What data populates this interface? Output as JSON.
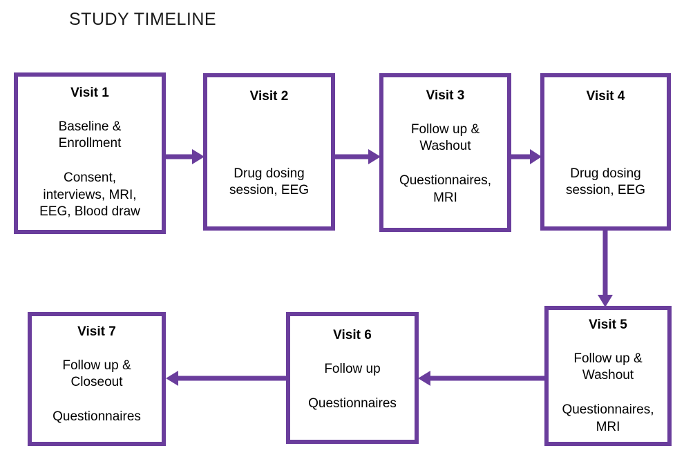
{
  "title": "STUDY TIMELINE",
  "theme": {
    "accent": "#6A3D9C",
    "background": "#FFFFFF",
    "text": "#000000",
    "title_color": "#1A1A1A"
  },
  "boxes": [
    {
      "id": "visit-1",
      "heading": "Visit 1",
      "lines": [
        "Baseline &",
        "Enrollment"
      ],
      "lines2": [
        "Consent,",
        "interviews, MRI,",
        "EEG, Blood draw"
      ]
    },
    {
      "id": "visit-2",
      "heading": "Visit 2",
      "lines": [],
      "lines2": [
        "Drug dosing",
        "session, EEG"
      ]
    },
    {
      "id": "visit-3",
      "heading": "Visit 3",
      "lines": [
        "Follow up &",
        "Washout"
      ],
      "lines2": [
        "Questionnaires,",
        "MRI"
      ]
    },
    {
      "id": "visit-4",
      "heading": "Visit 4",
      "lines": [],
      "lines2": [
        "Drug dosing",
        "session, EEG"
      ]
    },
    {
      "id": "visit-5",
      "heading": "Visit 5",
      "lines": [
        "Follow up &",
        "Washout"
      ],
      "lines2": [
        "Questionnaires,",
        "MRI"
      ]
    },
    {
      "id": "visit-6",
      "heading": "Visit 6",
      "lines": [
        "Follow up"
      ],
      "lines2": [
        "Questionnaires"
      ]
    },
    {
      "id": "visit-7",
      "heading": "Visit 7",
      "lines": [
        "Follow up &",
        "Closeout"
      ],
      "lines2": [
        "Questionnaires"
      ]
    }
  ],
  "connectors": [
    {
      "id": "arrow-1-to-2",
      "from": "visit-1",
      "to": "visit-2",
      "direction": "right"
    },
    {
      "id": "arrow-2-to-3",
      "from": "visit-2",
      "to": "visit-3",
      "direction": "right"
    },
    {
      "id": "arrow-3-to-4",
      "from": "visit-3",
      "to": "visit-4",
      "direction": "right"
    },
    {
      "id": "arrow-4-to-5",
      "from": "visit-4",
      "to": "visit-5",
      "direction": "down"
    },
    {
      "id": "arrow-5-to-6",
      "from": "visit-5",
      "to": "visit-6",
      "direction": "left"
    },
    {
      "id": "arrow-6-to-7",
      "from": "visit-6",
      "to": "visit-7",
      "direction": "left"
    }
  ]
}
